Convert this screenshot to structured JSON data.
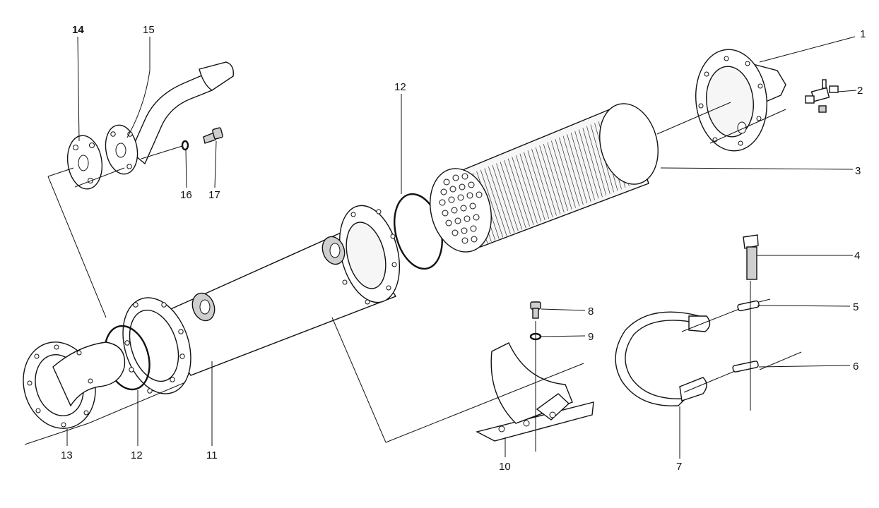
{
  "callouts": [
    {
      "id": "1",
      "label": "1"
    },
    {
      "id": "2",
      "label": "2"
    },
    {
      "id": "3",
      "label": "3"
    },
    {
      "id": "4",
      "label": "4"
    },
    {
      "id": "5",
      "label": "5"
    },
    {
      "id": "6",
      "label": "6"
    },
    {
      "id": "7",
      "label": "7"
    },
    {
      "id": "8",
      "label": "8"
    },
    {
      "id": "9",
      "label": "9"
    },
    {
      "id": "10",
      "label": "10"
    },
    {
      "id": "11",
      "label": "11"
    },
    {
      "id": "12a",
      "label": "12"
    },
    {
      "id": "12b",
      "label": "12"
    },
    {
      "id": "13",
      "label": "13"
    },
    {
      "id": "14",
      "label": "14"
    },
    {
      "id": "15",
      "label": "15"
    },
    {
      "id": "16",
      "label": "16"
    },
    {
      "id": "17",
      "label": "17"
    }
  ]
}
